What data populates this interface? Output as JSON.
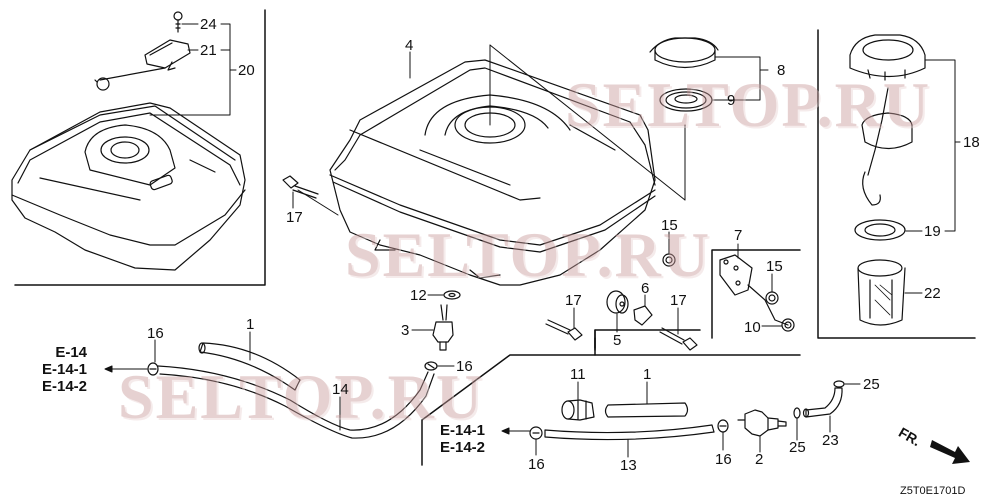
{
  "diagram": {
    "type": "exploded-parts-diagram",
    "subject": "Fuel tank assembly",
    "drawing_code": "Z5T0E1701D",
    "direction_indicator": "FR.",
    "watermarks": [
      "SELTOP.RU",
      "SELTOP.RU",
      "SELTOP.RU"
    ],
    "watermark_color": "#c99a9a",
    "line_color": "#111111",
    "background": "#ffffff"
  },
  "labels": {
    "l24": "24",
    "l21": "21",
    "l20": "20",
    "l4": "4",
    "l8": "8",
    "l9": "9",
    "l18": "18",
    "l19": "19",
    "l22": "22",
    "l17a": "17",
    "l17b": "17",
    "l17c": "17",
    "l15a": "15",
    "l15b": "15",
    "l7": "7",
    "l10": "10",
    "l12": "12",
    "l3": "3",
    "l5": "5",
    "l6": "6",
    "l1a": "1",
    "l1b": "1",
    "l16a": "16",
    "l16b": "16",
    "l16c": "16",
    "l16d": "16",
    "l14": "14",
    "l11": "11",
    "l13": "13",
    "l2": "2",
    "l25a": "25",
    "l25b": "25",
    "l23": "23"
  },
  "references": {
    "left": [
      "E-14",
      "E-14-1",
      "E-14-2"
    ],
    "bottom": [
      "E-14-1",
      "E-14-2"
    ]
  },
  "parts": [
    {
      "ref": "1",
      "name": "fuel-tube"
    },
    {
      "ref": "2",
      "name": "fuel-filter"
    },
    {
      "ref": "3",
      "name": "fuel-valve"
    },
    {
      "ref": "4",
      "name": "fuel-tank"
    },
    {
      "ref": "5",
      "name": "grommet"
    },
    {
      "ref": "6",
      "name": "clip"
    },
    {
      "ref": "7",
      "name": "bracket-plate"
    },
    {
      "ref": "8",
      "name": "fuel-cap-assembly"
    },
    {
      "ref": "9",
      "name": "cap-gasket"
    },
    {
      "ref": "10",
      "name": "nut"
    },
    {
      "ref": "11",
      "name": "joint"
    },
    {
      "ref": "12",
      "name": "washer"
    },
    {
      "ref": "13",
      "name": "fuel-hose"
    },
    {
      "ref": "14",
      "name": "fuel-hose"
    },
    {
      "ref": "15",
      "name": "nut"
    },
    {
      "ref": "16",
      "name": "hose-clamp"
    },
    {
      "ref": "17",
      "name": "flange-bolt"
    },
    {
      "ref": "18",
      "name": "fuel-cap-assembly-tethered"
    },
    {
      "ref": "19",
      "name": "cap-gasket"
    },
    {
      "ref": "20",
      "name": "fuel-gauge-assembly"
    },
    {
      "ref": "21",
      "name": "fuel-gauge"
    },
    {
      "ref": "22",
      "name": "fuel-strainer"
    },
    {
      "ref": "23",
      "name": "tube"
    },
    {
      "ref": "24",
      "name": "screw"
    },
    {
      "ref": "25",
      "name": "clip"
    }
  ]
}
